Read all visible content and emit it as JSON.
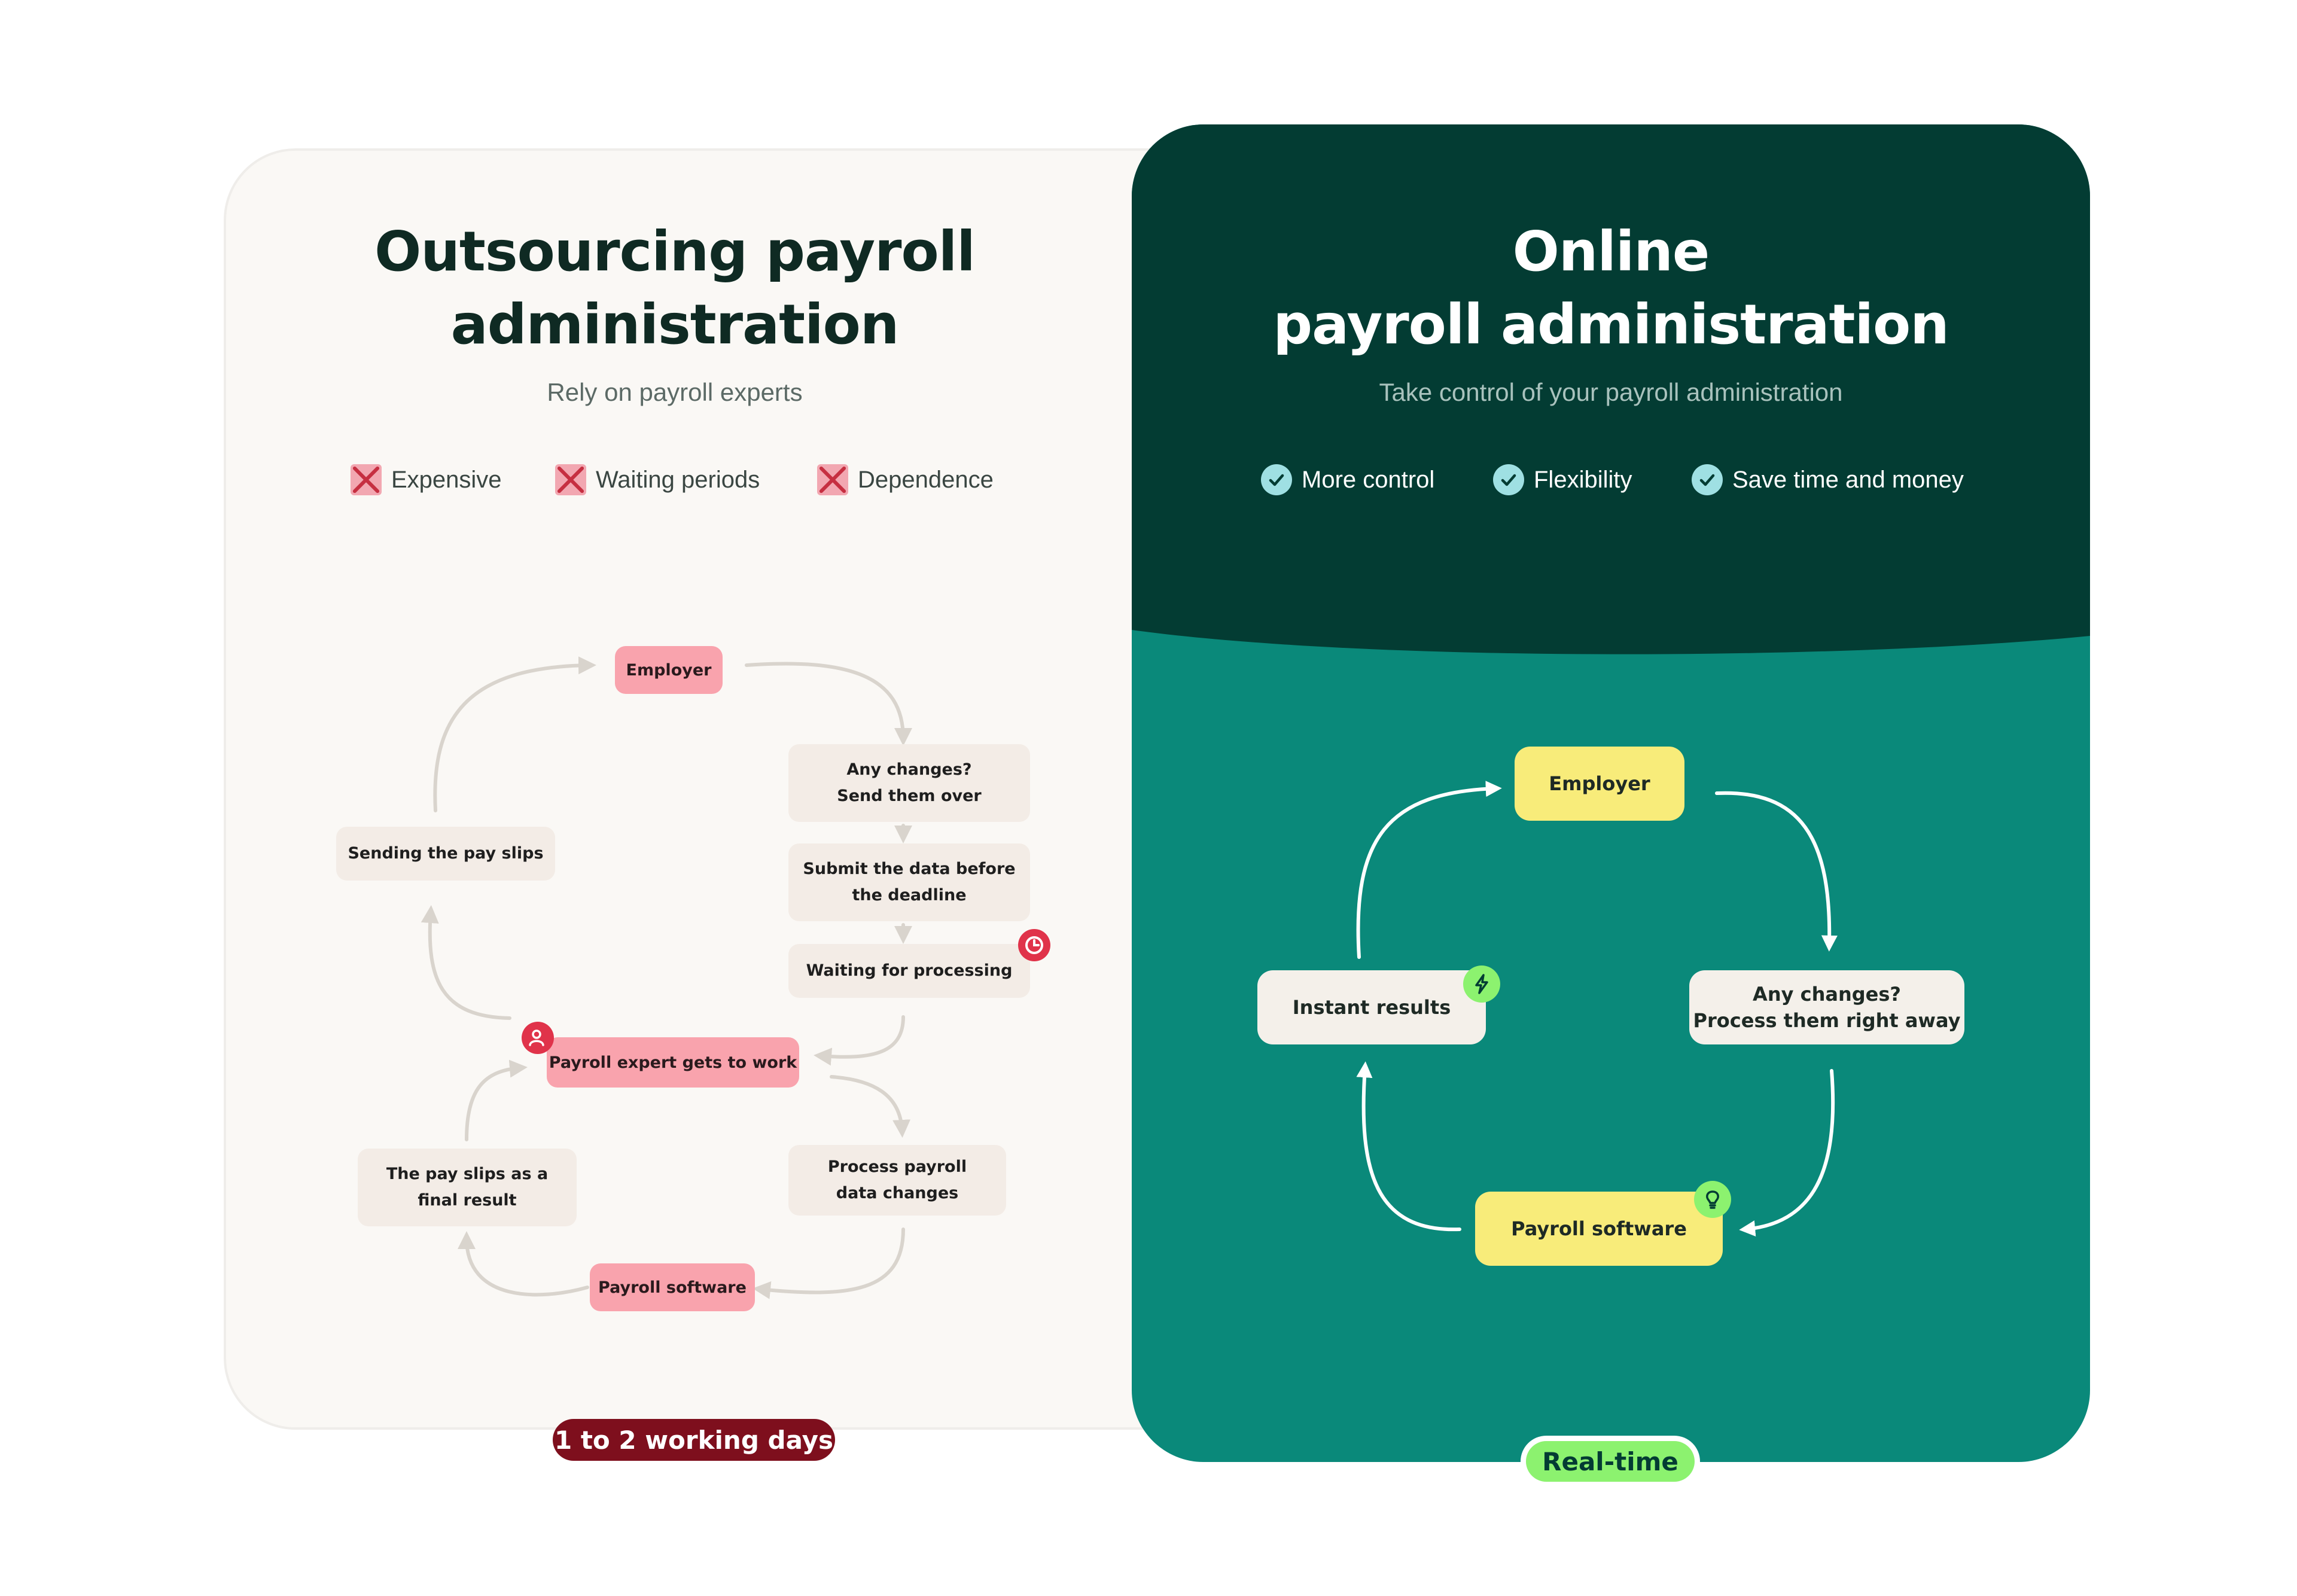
{
  "left": {
    "title_line1": "Outsourcing payroll",
    "title_line2": "administration",
    "subtitle": "Rely on payroll experts",
    "features": [
      "Expensive",
      "Waiting periods",
      "Dependence"
    ],
    "nodes": {
      "employer": "Employer",
      "any_changes_1": "Any changes?",
      "any_changes_2": "Send them over",
      "submit_1": "Submit the data before",
      "submit_2": "the deadline",
      "waiting": "Waiting for processing",
      "expert": "Payroll expert gets to work",
      "process_1": "Process payroll",
      "process_2": "data changes",
      "software": "Payroll software",
      "payslips_1": "The pay slips as a",
      "payslips_2": "final result",
      "sending": "Sending the pay slips"
    },
    "timing": "1 to 2 working days"
  },
  "right": {
    "title_line1": "Online",
    "title_line2": "payroll administration",
    "subtitle": "Take control of your payroll administration",
    "features": [
      "More control",
      "Flexibility",
      "Save time and money"
    ],
    "nodes": {
      "employer": "Employer",
      "any_changes_1": "Any changes?",
      "any_changes_2": "Process them right away",
      "software": "Payroll software",
      "instant": "Instant results"
    },
    "timing": "Real-time"
  },
  "colors": {
    "dark_green": "#033c33",
    "teal": "#0a897a",
    "pink": "#f9a3ad",
    "yellow": "#f8ec7a",
    "dark_red": "#7e0f1d",
    "lime": "#8cf26f",
    "alert_red": "#e0334a"
  },
  "icons": [
    "x-icon",
    "check-icon",
    "clock-icon",
    "person-icon",
    "lightning-icon",
    "lightbulb-icon"
  ]
}
